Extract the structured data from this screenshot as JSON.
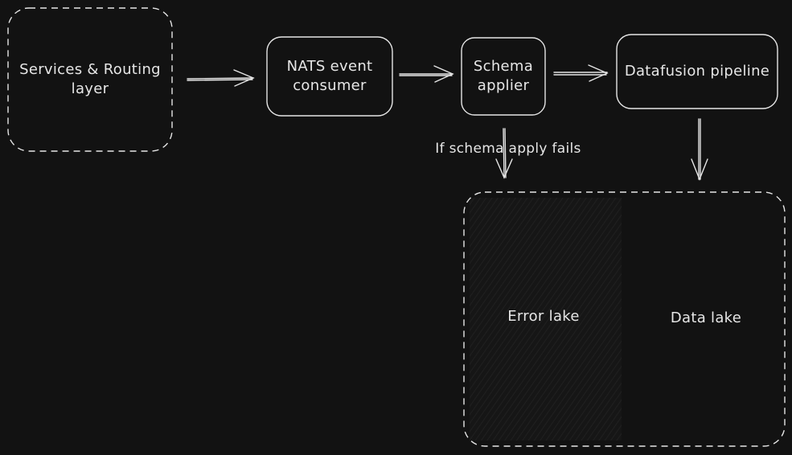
{
  "colors": {
    "background": "#121212",
    "stroke": "#e6e6e6",
    "text": "#e6e6e6",
    "hatch": "#1c1c1c"
  },
  "nodes": {
    "services": "Services & Routing\nlayer",
    "nats": "NATS event\nconsumer",
    "schema": "Schema\napplier",
    "datafusion": "Datafusion pipeline",
    "error_lake": "Error lake",
    "data_lake": "Data lake"
  },
  "edges": {
    "schema_fail_label": "If schema apply fails"
  }
}
